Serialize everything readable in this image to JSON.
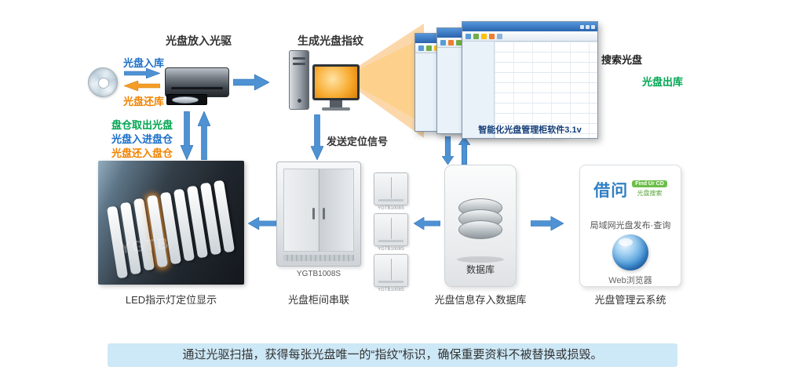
{
  "banner": {
    "text": "通过光驱扫描，获得每张光盘唯一的“指纹”标识，确保重要资料不被替换或损毁。"
  },
  "drive_section": {
    "title": "光盘放入光驱",
    "disc_in": "光盘入库",
    "disc_return": "光盘还库"
  },
  "fingerprint_section": {
    "title": "生成光盘指纹",
    "signal": "发送定位信号"
  },
  "software": {
    "caption": "智能化光盘管理柜软件3.1v",
    "search": "搜索光盘",
    "disc_out": "光盘出库"
  },
  "cabinet_actions": {
    "take_out": "盘仓取出光盘",
    "put_in": "光盘入进盘仓",
    "send_back": "光盘还入盘仓"
  },
  "led": {
    "caption": "LED指示灯定位显示",
    "watermark": "YGTB"
  },
  "cabinet": {
    "model": "YGTB1008S",
    "caption": "光盘柜间串联",
    "mini_label": "YGTB1008S"
  },
  "database": {
    "label": "数据库",
    "caption": "光盘信息存入数据库"
  },
  "cloud": {
    "brand": "借问",
    "brand_tag": "Find Ur CD",
    "brand_sub": "光盘搜索",
    "line": "局域网光盘发布·查询",
    "browser": "Web浏览器",
    "caption": "光盘管理云系统"
  }
}
